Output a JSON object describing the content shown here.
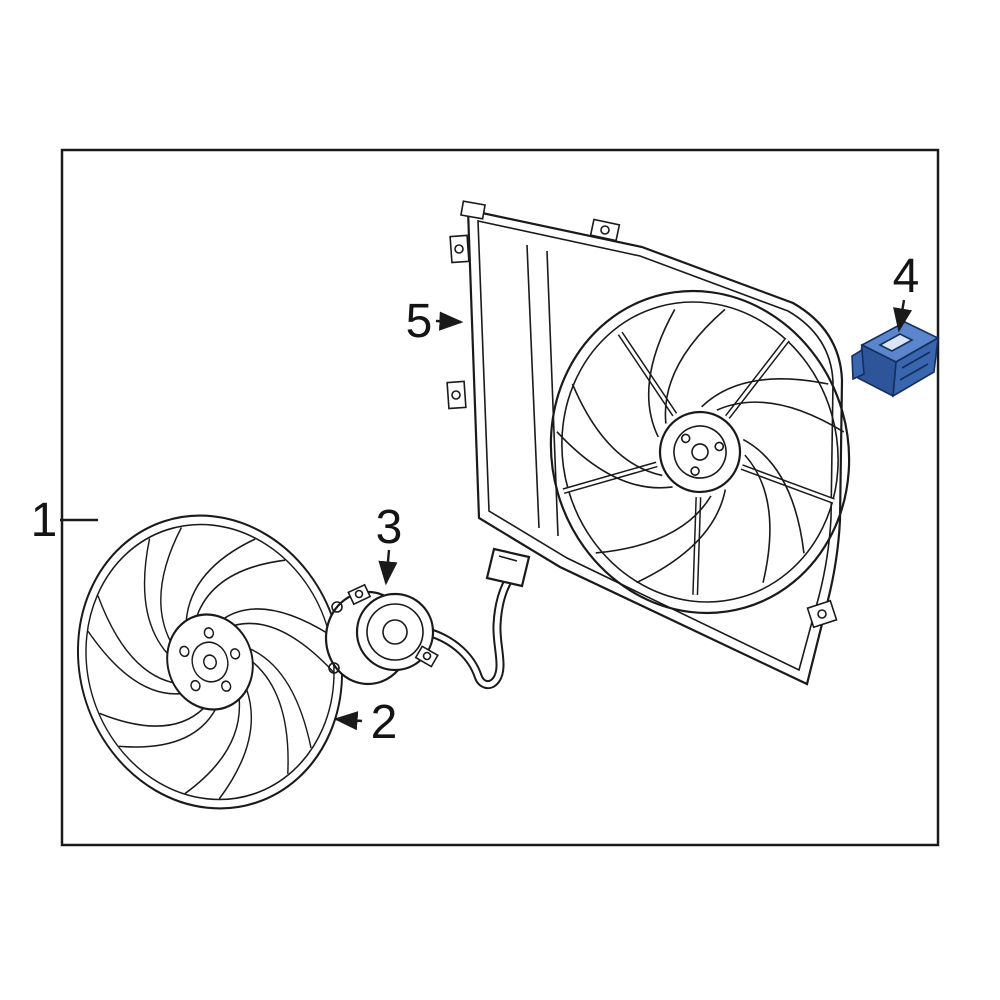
{
  "diagram": {
    "type": "exploded-parts-diagram",
    "subject": "engine-cooling-fan-assembly",
    "background": "#ffffff",
    "line_color": "#1a1a1a",
    "callouts": [
      {
        "number": "1",
        "part": "fan-assembly"
      },
      {
        "number": "2",
        "part": "fan-blade"
      },
      {
        "number": "3",
        "part": "fan-motor"
      },
      {
        "number": "4",
        "part": "fan-controller-highlighted"
      },
      {
        "number": "5",
        "part": "fan-shroud"
      }
    ],
    "highlight": {
      "top": "#5b85cc",
      "front": "#3a66b0",
      "side": "#2e549a",
      "slot": "#d9e4f4",
      "outline": "#142f5c"
    }
  }
}
